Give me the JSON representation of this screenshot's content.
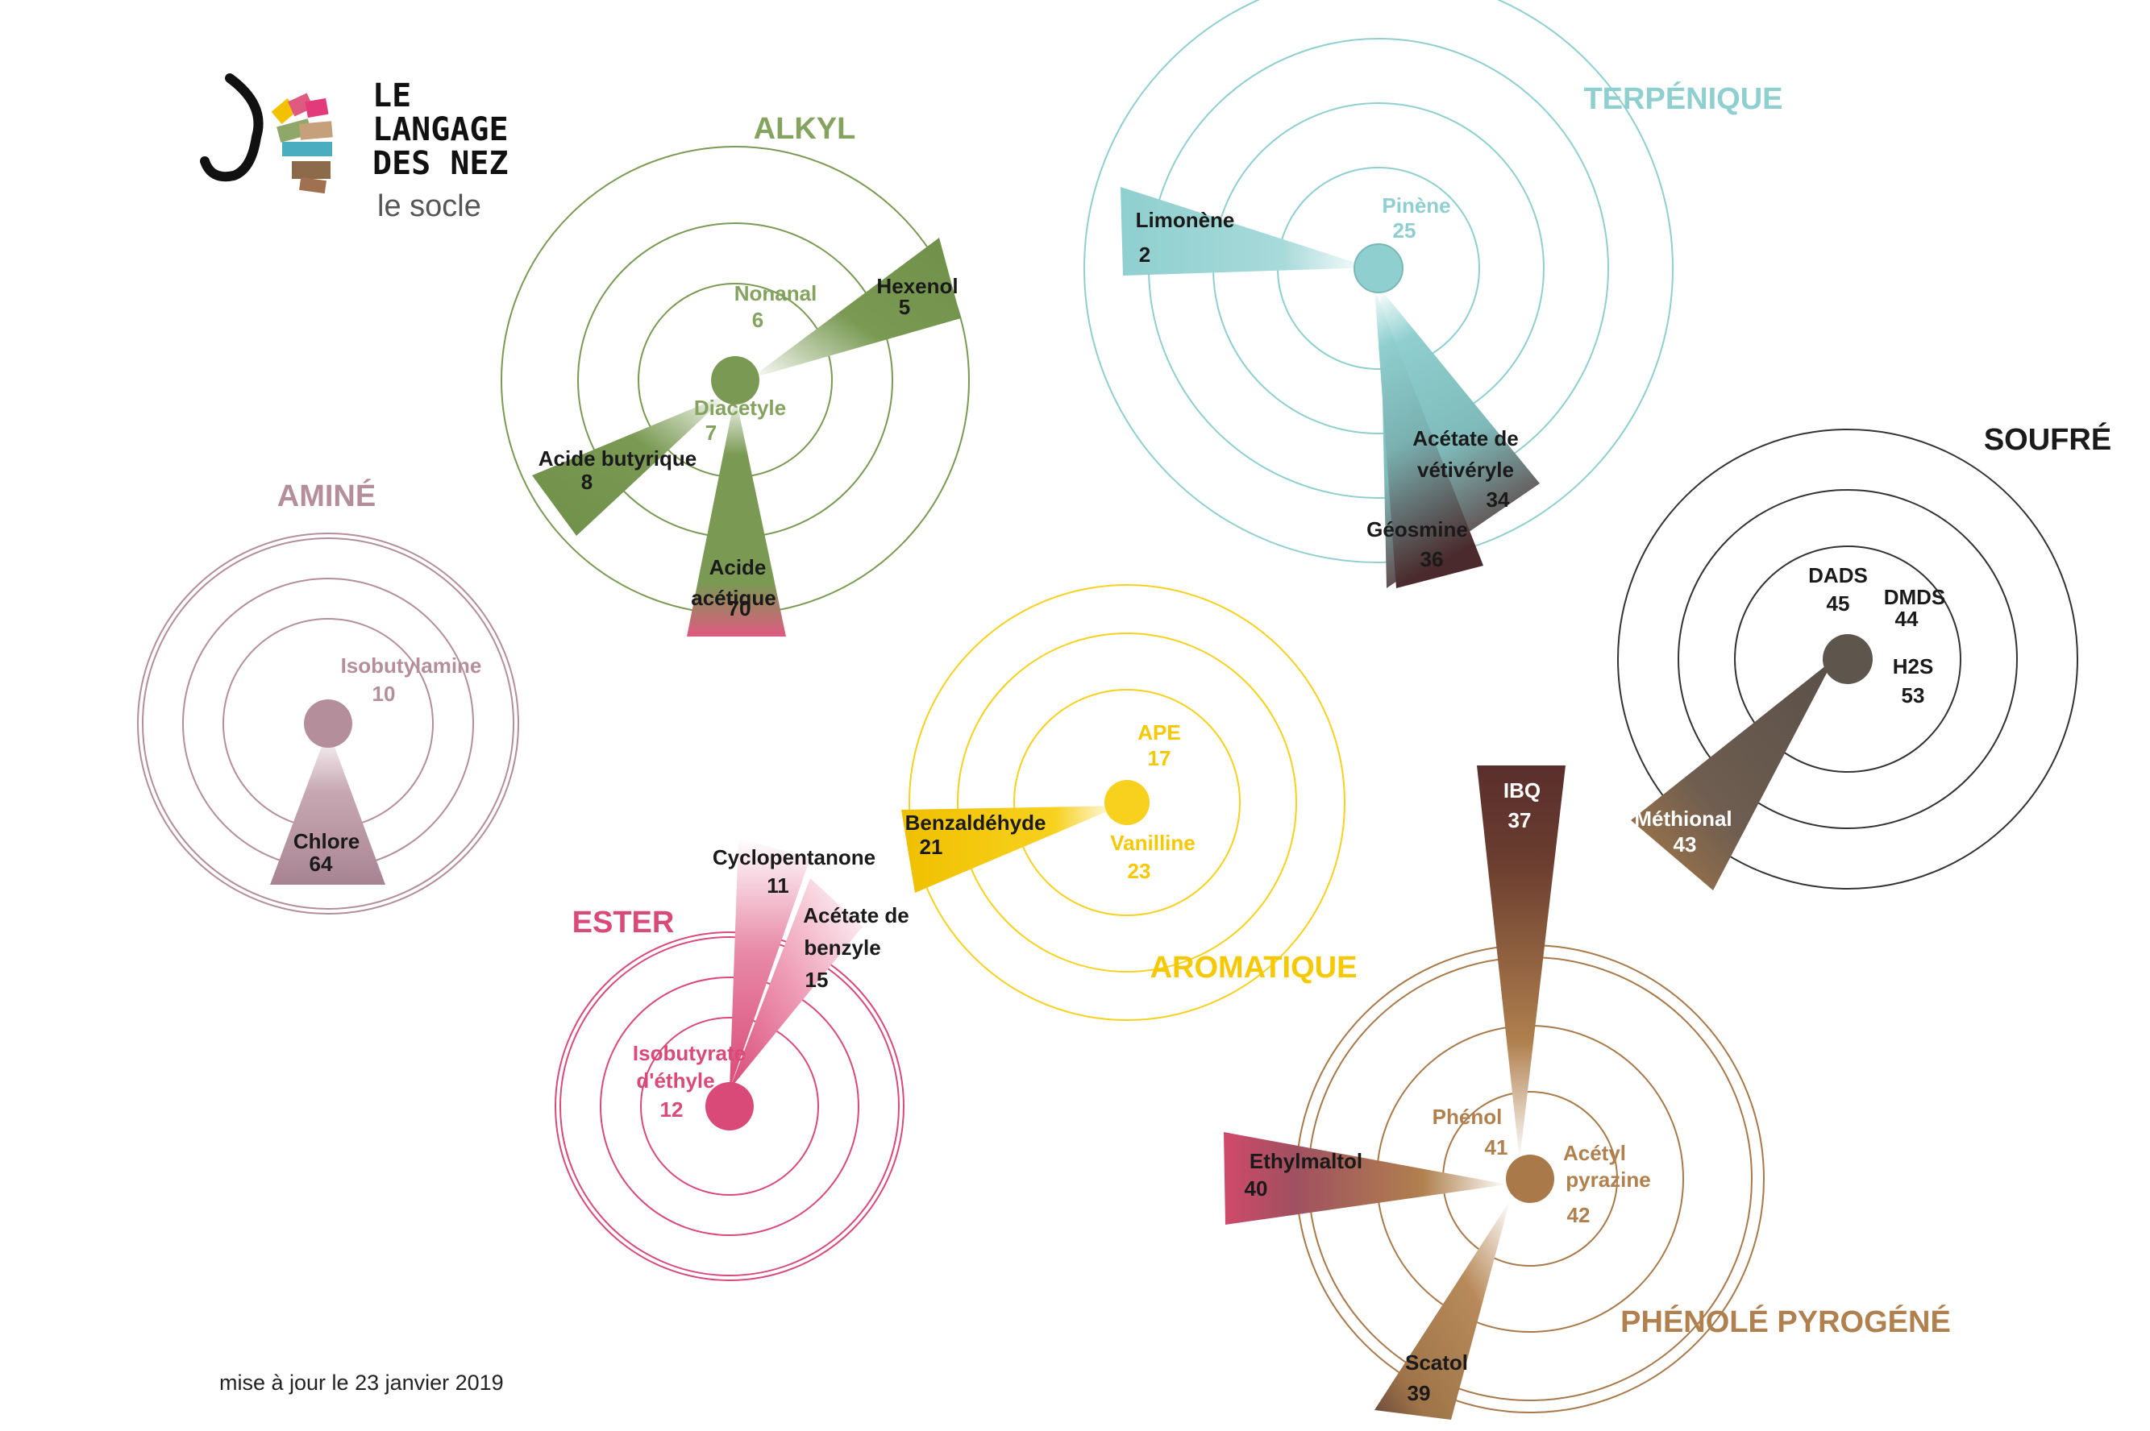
{
  "logo": {
    "line1": "LE",
    "line2": "LANGAGE",
    "line3": "DES NEZ",
    "subtitle": "le socle",
    "icon": "nose-palette-logo"
  },
  "footer": "mise à jour le 23 janvier 2019",
  "families": [
    {
      "id": "alkyl",
      "title": "ALKYL",
      "color": "#7a9a54",
      "title_color": "#84a35e",
      "molecules": [
        {
          "name": "Nonanal",
          "number": "6",
          "color": "#84a35e"
        },
        {
          "name": "Hexenol",
          "number": "5",
          "color": "#1a1a1a"
        },
        {
          "name": "Diacetyle",
          "number": "7",
          "color": "#84a35e"
        },
        {
          "name": "Acide butyrique",
          "number": "8",
          "color": "#1a1a1a"
        },
        {
          "name": "Acide",
          "name2": "acétique",
          "number": "70",
          "color": "#1a1a1a"
        }
      ]
    },
    {
      "id": "terpenique",
      "title": "TERPÉNIQUE",
      "color": "#8fcfcf",
      "title_color": "#8fcfcf",
      "molecules": [
        {
          "name": "Limonène",
          "number": "2",
          "color": "#1a1a1a"
        },
        {
          "name": "Pinène",
          "number": "25",
          "color": "#8fcfcf"
        },
        {
          "name": "Acétate de",
          "name2": "vétivéryle",
          "number": "34",
          "color": "#1a1a1a"
        },
        {
          "name": "Géosmine",
          "number": "36",
          "color": "#1a1a1a"
        }
      ]
    },
    {
      "id": "soufre",
      "title": "SOUFRÉ",
      "color": "#333333",
      "title_color": "#1a1a1a",
      "molecules": [
        {
          "name": "DADS",
          "number": "45",
          "color": "#1a1a1a"
        },
        {
          "name": "DMDS",
          "number": "44",
          "color": "#1a1a1a"
        },
        {
          "name": "H2S",
          "number": "53",
          "color": "#1a1a1a"
        },
        {
          "name": "Méthional",
          "number": "43",
          "color": "#ffffff"
        }
      ]
    },
    {
      "id": "amine",
      "title": "AMINÉ",
      "color": "#b48e9a",
      "title_color": "#b48e9a",
      "molecules": [
        {
          "name": "Isobutylamine",
          "number": "10",
          "color": "#b48e9a"
        },
        {
          "name": "Chlore",
          "number": "64",
          "color": "#1a1a1a"
        }
      ]
    },
    {
      "id": "aromatique",
      "title": "AROMATIQUE",
      "color": "#f7d11e",
      "title_color": "#f5c800",
      "molecules": [
        {
          "name": "APE",
          "number": "17",
          "color": "#f5c800"
        },
        {
          "name": "Benzaldéhyde",
          "number": "21",
          "color": "#1a1a1a"
        },
        {
          "name": "Vanilline",
          "number": "23",
          "color": "#f5c800"
        }
      ]
    },
    {
      "id": "ester",
      "title": "ESTER",
      "color": "#d94a78",
      "title_color": "#d94a78",
      "molecules": [
        {
          "name": "Cyclopentanone",
          "number": "11",
          "color": "#1a1a1a"
        },
        {
          "name": "Acétate de",
          "name2": "benzyle",
          "number": "15",
          "color": "#1a1a1a"
        },
        {
          "name": "Isobutyrate",
          "name2": "d'éthyle",
          "number": "12",
          "color": "#d94a78"
        }
      ]
    },
    {
      "id": "phenole",
      "title": "PHÉNOLÉ PYROGÉNÉ",
      "color": "#a9794a",
      "title_color": "#b0804e",
      "molecules": [
        {
          "name": "IBQ",
          "number": "37",
          "color": "#ffffff"
        },
        {
          "name": "Phénol",
          "number": "41",
          "color": "#b0804e"
        },
        {
          "name": "Acétyl",
          "name2": "pyrazine",
          "number": "42",
          "color": "#b0804e"
        },
        {
          "name": "Ethylmaltol",
          "number": "40",
          "color": "#1a1a1a"
        },
        {
          "name": "Scatol",
          "number": "39",
          "color": "#1a1a1a"
        }
      ]
    }
  ]
}
